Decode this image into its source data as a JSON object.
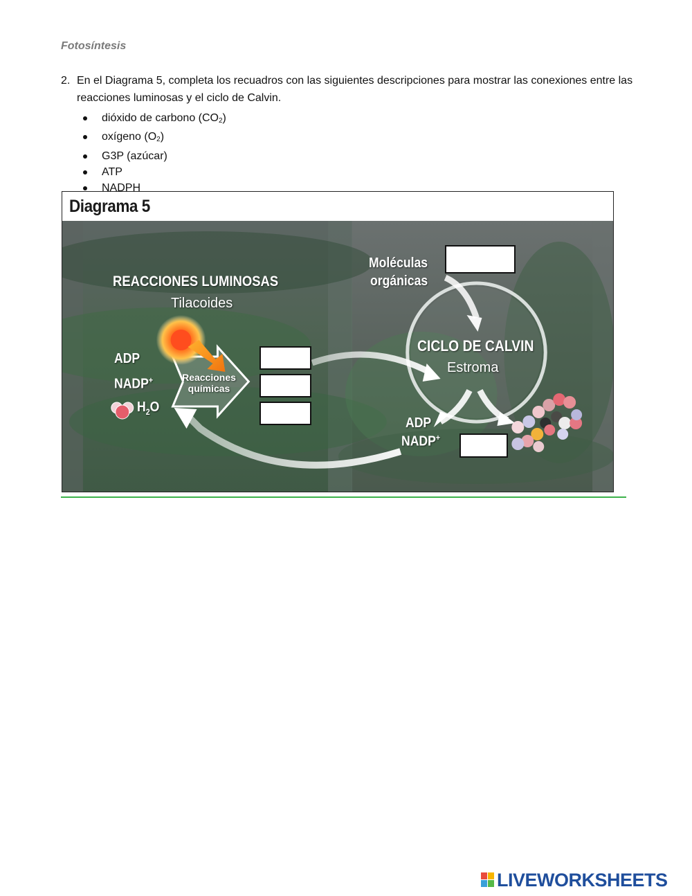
{
  "header": {
    "title": "Fotosíntesis"
  },
  "question": {
    "number": "2.",
    "text": "En el Diagrama 5, completa los recuadros con las siguientes descripciones para mostrar las conexiones entre las reacciones luminosas y el ciclo de Calvin."
  },
  "bullets": [
    {
      "before": "dióxido de carbono (CO",
      "sub": "2",
      "after": ")"
    },
    {
      "before": "oxígeno (O",
      "sub": "2",
      "after": ")"
    },
    {
      "before": "G3P (azúcar)",
      "sub": "",
      "after": ""
    },
    {
      "before": "ATP",
      "sub": "",
      "after": ""
    },
    {
      "before": "NADPH",
      "sub": "",
      "after": ""
    }
  ],
  "diagram": {
    "title": "Diagrama 5",
    "light_reactions_title": "REACCIONES LUMINOSAS",
    "light_reactions_subtitle": "Tilacoides",
    "input_adp": "ADP",
    "input_nadp": "NADP",
    "input_nadp_sup": "+",
    "input_h2o_h": "H",
    "input_h2o_sub": "2",
    "input_h2o_o": "O",
    "chemical_reactions": "Reacciones químicas",
    "organic_molecules_line1": "Moléculas",
    "organic_molecules_line2": "orgánicas",
    "calvin_title": "CICLO DE CALVIN",
    "calvin_subtitle": "Estroma",
    "output_adp": "ADP",
    "output_nadp": "NADP",
    "output_nadp_sup": "+"
  },
  "colors": {
    "header_gray": "#7a7a7a",
    "rule_green": "#3cb24a",
    "logo_blue": "#1f4e9c"
  },
  "logo": {
    "text": "LIVEWORKSHEETS"
  }
}
